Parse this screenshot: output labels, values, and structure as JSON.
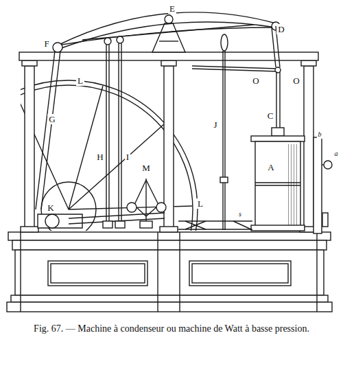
{
  "diagram": {
    "caption": "Fig. 67. — Machine à condenseur ou machine de Watt à basse pression.",
    "labels": [
      "F",
      "E",
      "D",
      "L",
      "G",
      "H",
      "I",
      "J",
      "O",
      "O",
      "C",
      "A",
      "b",
      "a",
      "M",
      "K",
      "L",
      "s"
    ]
  }
}
